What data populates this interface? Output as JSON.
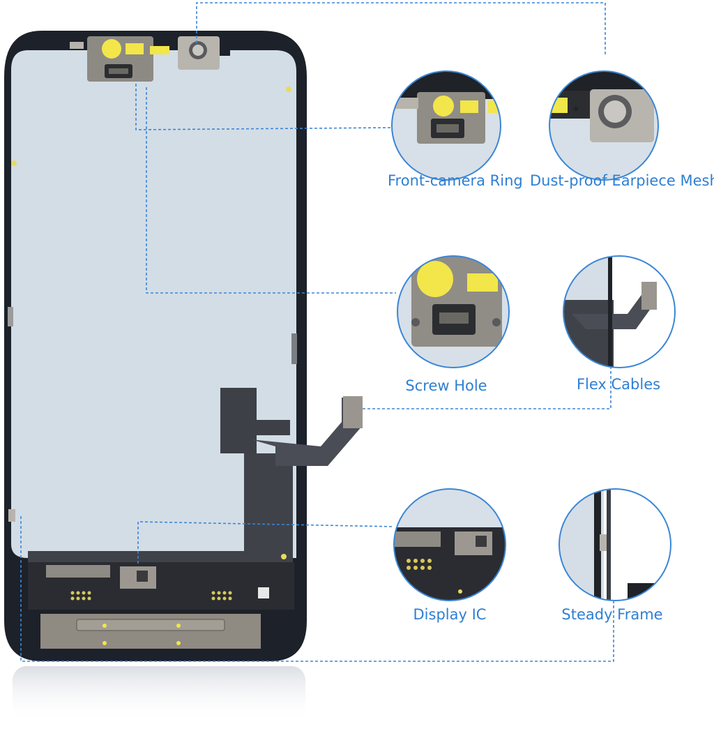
{
  "callouts": {
    "front_camera_ring": "Front-camera Ring",
    "earpiece_mesh": "Dust-proof Earpiece Mesh",
    "screw_hole": "Screw Hole",
    "flex_cables": "Flex Cables",
    "display_ic": "Display IC",
    "steady_frame": "Steady Frame"
  },
  "colors": {
    "callout_text": "#2f7fd1",
    "leader_line": "#3b86d6",
    "circle_border": "#3b86d6",
    "panel_glass": "#d3dde6",
    "frame_dark": "#1d2129",
    "flex_cable": "#4a4d55",
    "metal_plate": "#8f8a82",
    "adhesive_yellow": "#f2e64a"
  }
}
